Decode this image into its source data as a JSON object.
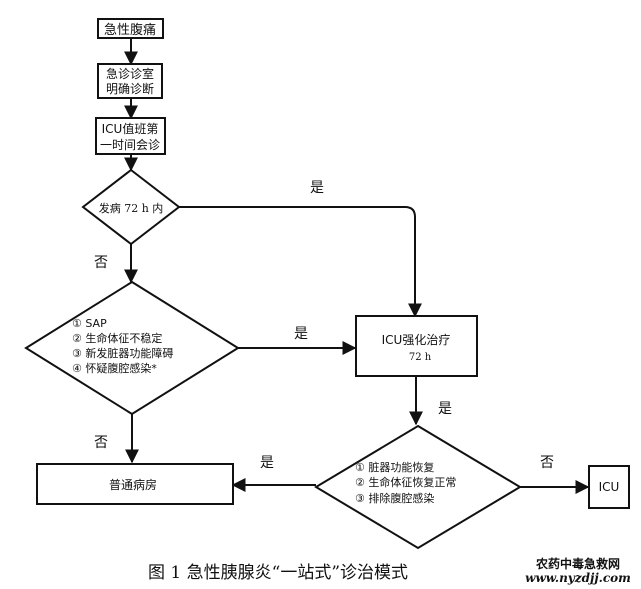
{
  "nodes": {
    "n1": {
      "label": "急性腹痛"
    },
    "n2": {
      "lines": [
        "急诊诊室",
        "明确诊断"
      ]
    },
    "n3": {
      "lines": [
        "ICU值班第",
        "一时间会诊"
      ]
    },
    "d1": {
      "label": "发病 72 h 内"
    },
    "d2": {
      "lines": [
        "①  SAP",
        "②  生命体征不稳定",
        "③  新发脏器功能障碍",
        "④  怀疑腹腔感染*"
      ]
    },
    "icu_treat": {
      "title": "ICU强化治疗",
      "sub": "72 h"
    },
    "d3": {
      "lines": [
        "①  脏器功能恢复",
        "②  生命体征恢复正常",
        "③  排除腹腔感染"
      ]
    },
    "ward": {
      "label": "普通病房"
    },
    "icu": {
      "label": "ICU"
    }
  },
  "edges": {
    "d1_yes": "是",
    "d1_no": "否",
    "d2_yes": "是",
    "d2_no": "否",
    "treat_yes": "是",
    "d3_yes": "是",
    "d3_no": "否"
  },
  "caption": "图 1   急性胰腺炎“一站式”诊治模式",
  "watermark": {
    "line1": "农药中毒急救网",
    "line2": "www.nyzdjj.com"
  }
}
